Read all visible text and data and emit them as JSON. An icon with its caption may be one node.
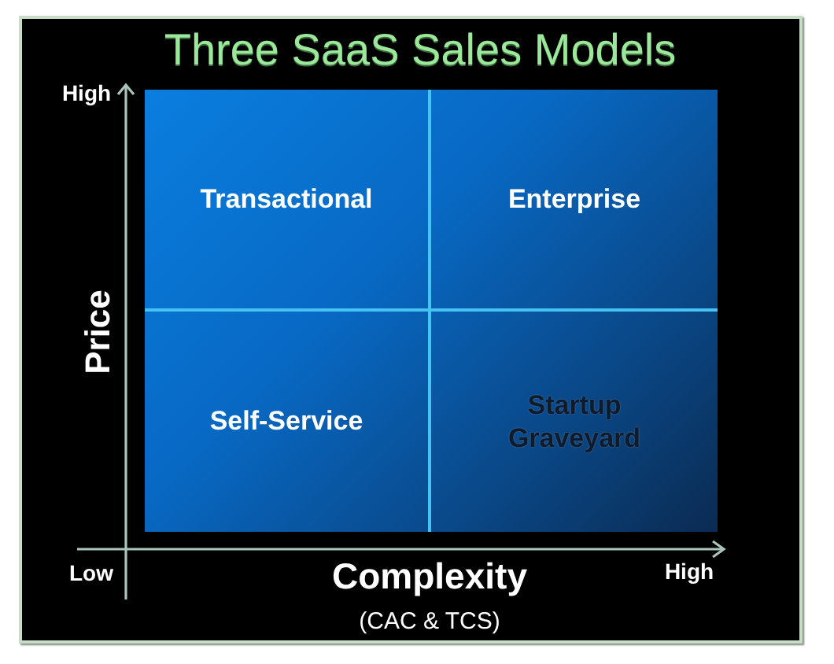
{
  "diagram": {
    "title": "Three SaaS Sales Models",
    "nodes": [
      {
        "text": [
          "Transactional"
        ]
      },
      {
        "text": [
          "Enterprise"
        ]
      },
      {
        "text": [
          "Self-Service"
        ]
      },
      {
        "text": [
          "Startup Graveyard"
        ]
      }
    ],
    "labels": [
      "High",
      "Price",
      "Low",
      "Complexity",
      "High",
      "(CAC & TCS)"
    ]
  }
}
